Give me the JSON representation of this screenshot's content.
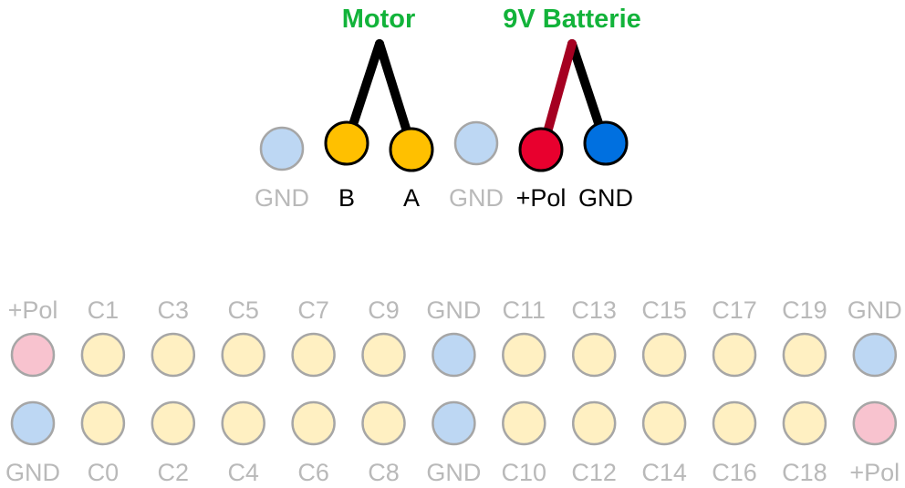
{
  "titles": {
    "motor": "Motor",
    "battery": "9V Batterie"
  },
  "top_connector": {
    "pins": [
      {
        "label": "GND",
        "state": "inactive"
      },
      {
        "label": "B",
        "state": "motor"
      },
      {
        "label": "A",
        "state": "motor"
      },
      {
        "label": "GND",
        "state": "inactive"
      },
      {
        "label": "+Pol",
        "state": "battery-positive"
      },
      {
        "label": "GND",
        "state": "battery-ground"
      }
    ]
  },
  "header": {
    "top_row_labels": [
      "+Pol",
      "C1",
      "C3",
      "C5",
      "C7",
      "C9",
      "GND",
      "C11",
      "C13",
      "C15",
      "C17",
      "C19",
      "GND"
    ],
    "bottom_row_labels": [
      "GND",
      "C0",
      "C2",
      "C4",
      "C6",
      "C8",
      "GND",
      "C10",
      "C12",
      "C14",
      "C16",
      "C18",
      "+Pol"
    ],
    "top_row_types": [
      "pos",
      "io",
      "io",
      "io",
      "io",
      "io",
      "gnd",
      "io",
      "io",
      "io",
      "io",
      "io",
      "gnd"
    ],
    "bottom_row_types": [
      "gnd",
      "io",
      "io",
      "io",
      "io",
      "io",
      "gnd",
      "io",
      "io",
      "io",
      "io",
      "io",
      "pos"
    ]
  },
  "colors": {
    "title_green": "#12b33a",
    "inactive_text": "#b9b9b9",
    "active_text": "#000000",
    "motor_pin": "#ffc000",
    "battery_positive": "#e8002e",
    "battery_ground": "#0070e0",
    "battery_red_wire": "#a50021",
    "wire_black": "#000000",
    "pale_blue": "#bdd7f3",
    "pale_yellow": "#fff0c2",
    "pale_pink": "#f8c3cf",
    "pale_stroke": "#a6a6a6"
  }
}
